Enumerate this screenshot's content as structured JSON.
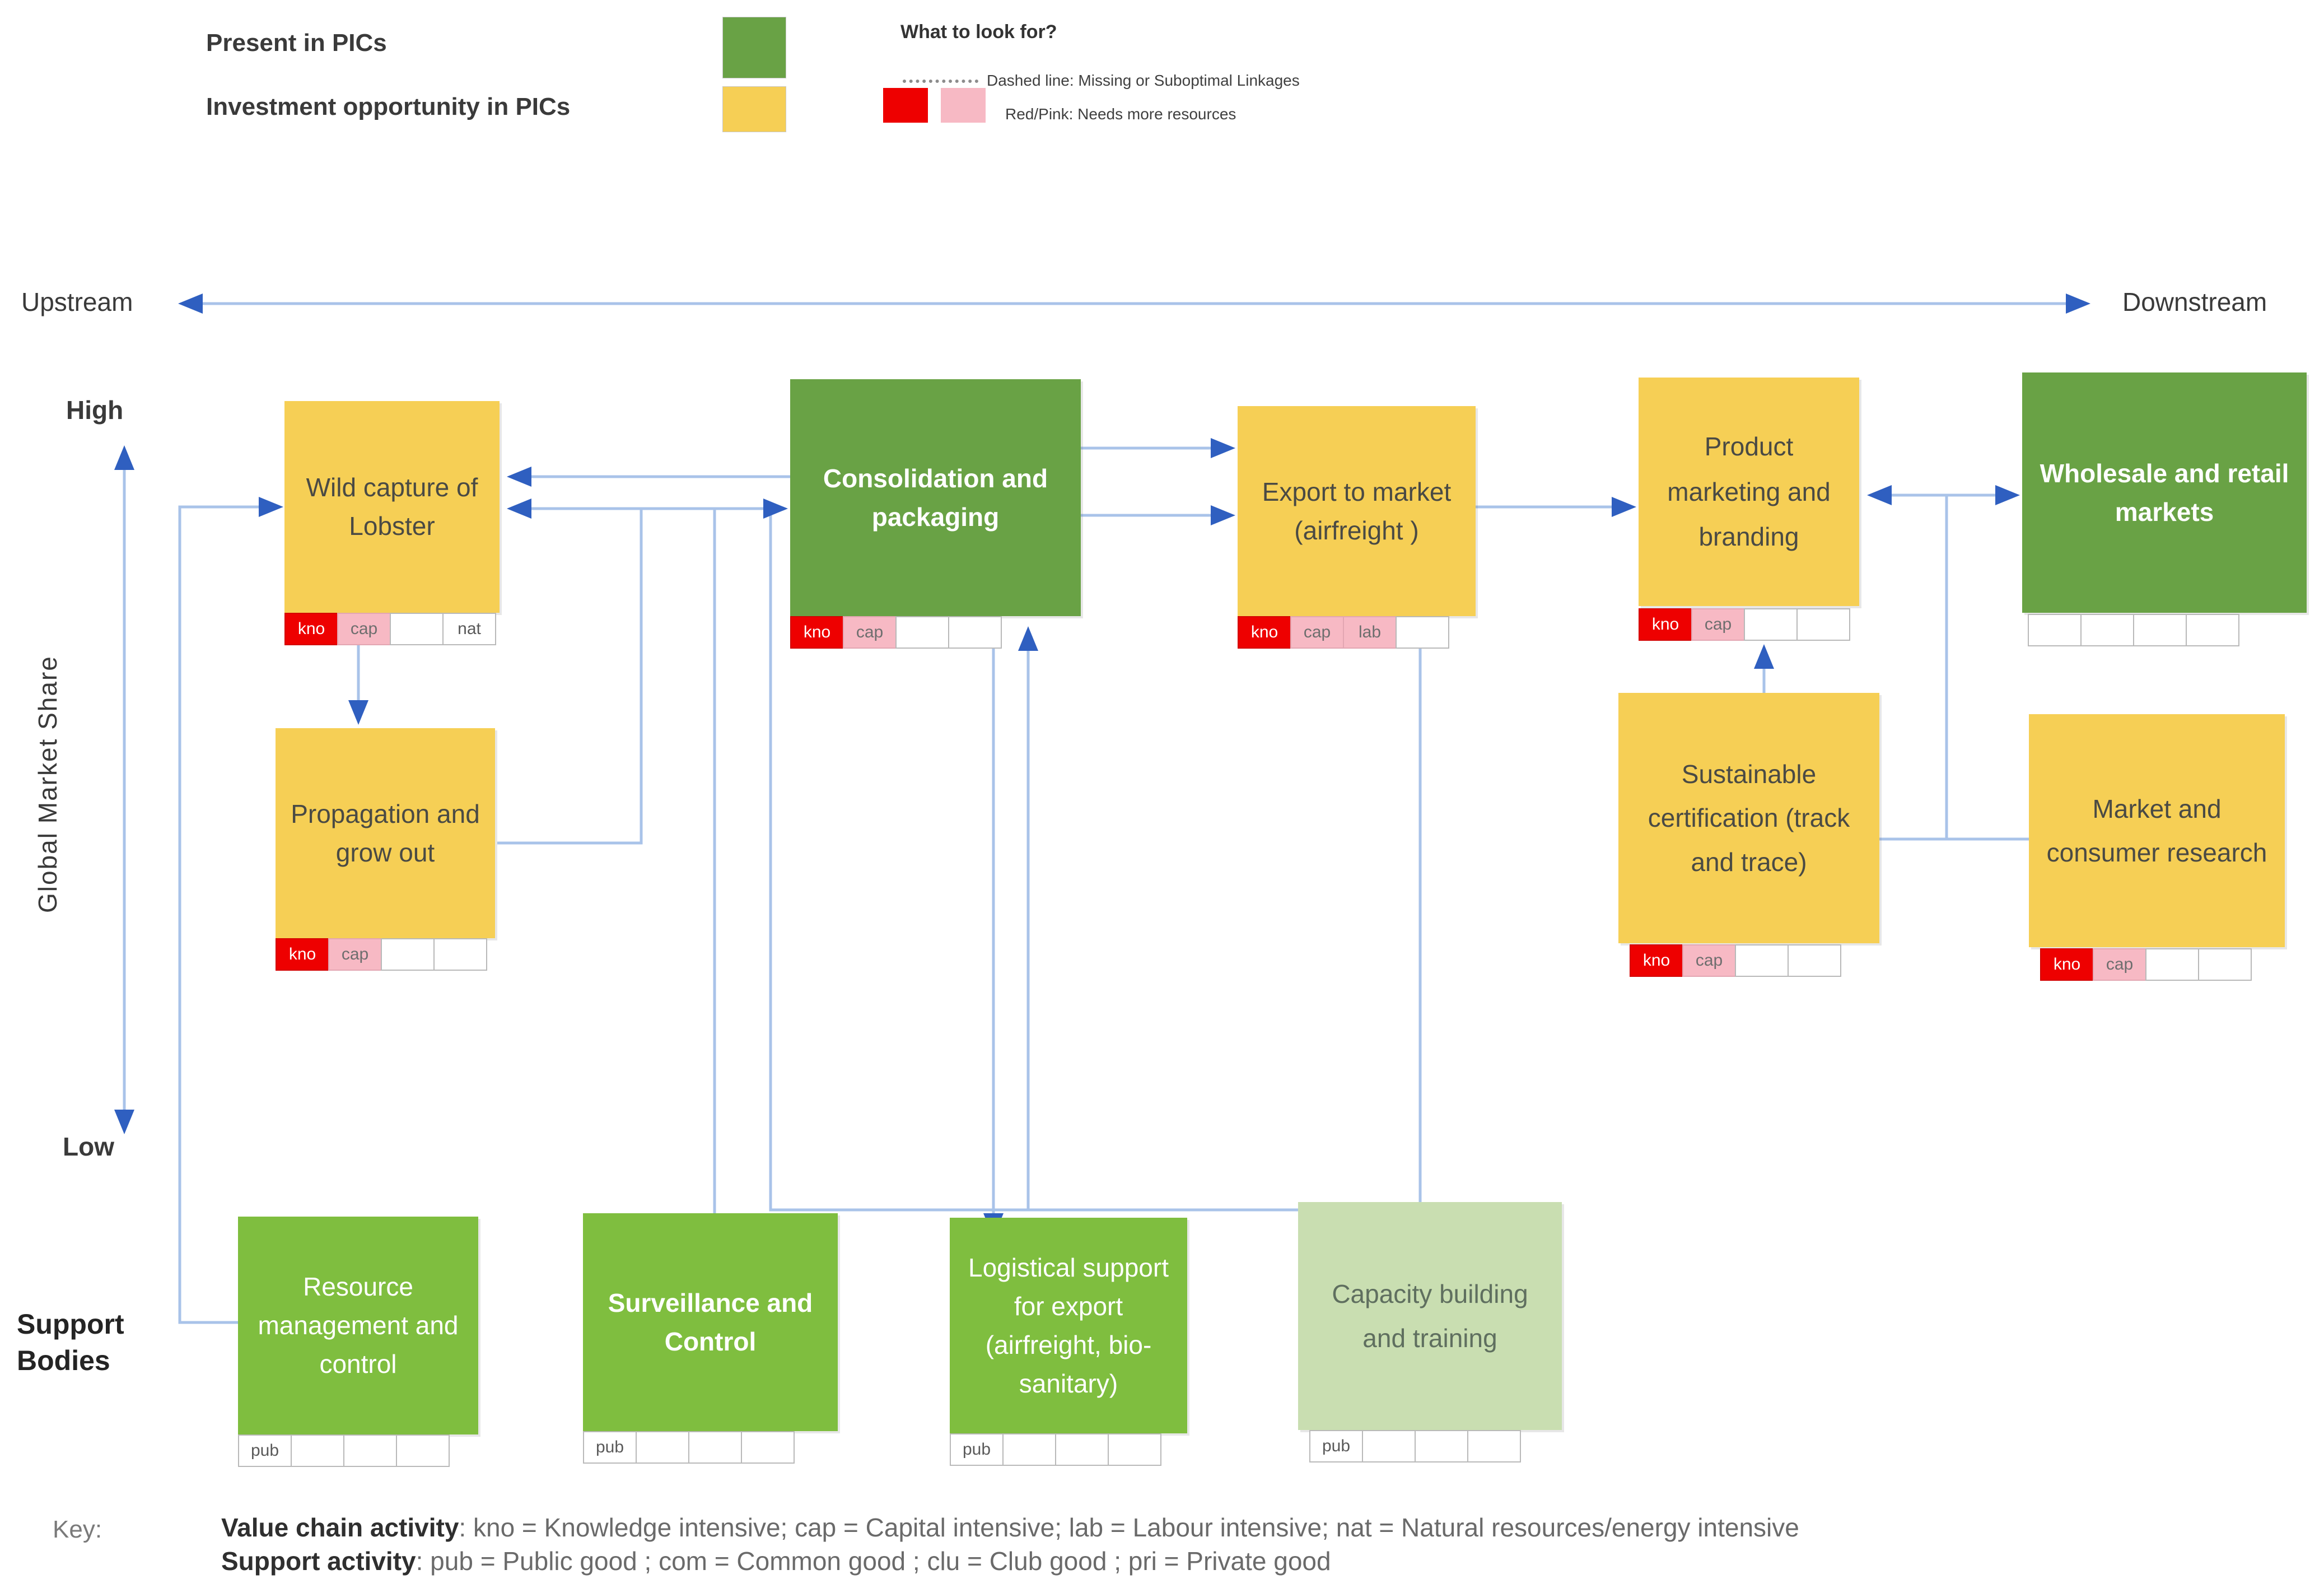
{
  "legend": {
    "present_label": "Present in PICs",
    "invest_label": "Investment opportunity in PICs",
    "what_title": "What to look for?",
    "dashed_label": "Dashed line: Missing or Suboptimal Linkages",
    "redpink_label": "Red/Pink: Needs more resources"
  },
  "axes": {
    "upstream": "Upstream",
    "downstream": "Downstream",
    "high": "High",
    "low": "Low",
    "global_share": "Global  Market Share",
    "support_bodies": "Support Bodies"
  },
  "nodes": [
    {
      "label": "Wild capture of Lobster",
      "tags": [
        {
          "t": "kno"
        },
        {
          "t": "cap"
        },
        {
          "t": ""
        },
        {
          "t": "nat"
        }
      ]
    },
    {
      "label": "Propagation and  grow out",
      "tags": [
        {
          "t": "kno"
        },
        {
          "t": "cap"
        },
        {
          "t": ""
        },
        {
          "t": ""
        }
      ]
    },
    {
      "label": "Consolidation and packaging",
      "tags": [
        {
          "t": "kno"
        },
        {
          "t": "cap"
        },
        {
          "t": ""
        },
        {
          "t": ""
        }
      ]
    },
    {
      "label": "Export to market (airfreight )",
      "tags": [
        {
          "t": "kno"
        },
        {
          "t": "cap"
        },
        {
          "t": "lab"
        },
        {
          "t": ""
        }
      ]
    },
    {
      "label": "Product marketing and branding",
      "tags": [
        {
          "t": "kno"
        },
        {
          "t": "cap"
        },
        {
          "t": ""
        },
        {
          "t": ""
        }
      ]
    },
    {
      "label": "Wholesale and retail markets",
      "tags": [
        {
          "t": ""
        },
        {
          "t": ""
        },
        {
          "t": ""
        },
        {
          "t": ""
        }
      ]
    },
    {
      "label": "Sustainable certification (track and trace)",
      "tags": [
        {
          "t": "kno"
        },
        {
          "t": "cap"
        },
        {
          "t": ""
        },
        {
          "t": ""
        }
      ]
    },
    {
      "label": "Market and consumer research",
      "tags": [
        {
          "t": "kno"
        },
        {
          "t": "cap"
        },
        {
          "t": ""
        },
        {
          "t": ""
        }
      ]
    },
    {
      "label": "Resource management and control",
      "tags": [
        {
          "t": "pub"
        },
        {
          "t": ""
        },
        {
          "t": ""
        },
        {
          "t": ""
        }
      ]
    },
    {
      "label": "Surveillance and Control",
      "tags": [
        {
          "t": "pub"
        },
        {
          "t": ""
        },
        {
          "t": ""
        },
        {
          "t": ""
        }
      ]
    },
    {
      "label": "Logistical support for export (airfreight, bio-sanitary)",
      "tags": [
        {
          "t": "pub"
        },
        {
          "t": ""
        },
        {
          "t": ""
        },
        {
          "t": ""
        }
      ]
    },
    {
      "label": "Capacity building and training",
      "tags": [
        {
          "t": "pub"
        },
        {
          "t": ""
        },
        {
          "t": ""
        },
        {
          "t": ""
        }
      ]
    }
  ],
  "key": {
    "prefix": "Key:",
    "line1_bold": "Value chain activity",
    "line1_rest": ": kno = Knowledge intensive; cap = Capital intensive; lab = Labour intensive; nat = Natural resources/energy intensive",
    "line2_bold": "Support activity",
    "line2_rest": ": pub = Public good ; com = Common good ; clu = Club good ; pri = Private good"
  },
  "colors": {
    "present_green": "#69A245",
    "investment_yellow": "#F6CF55",
    "support_green": "#7FBE3F",
    "support_pale_green": "#C9DEB1",
    "needs_red": "#EE0000",
    "needs_pink": "#F7B9C4",
    "connector_blue": "#A9C3E9",
    "arrowhead_blue": "#2F5FC0"
  }
}
